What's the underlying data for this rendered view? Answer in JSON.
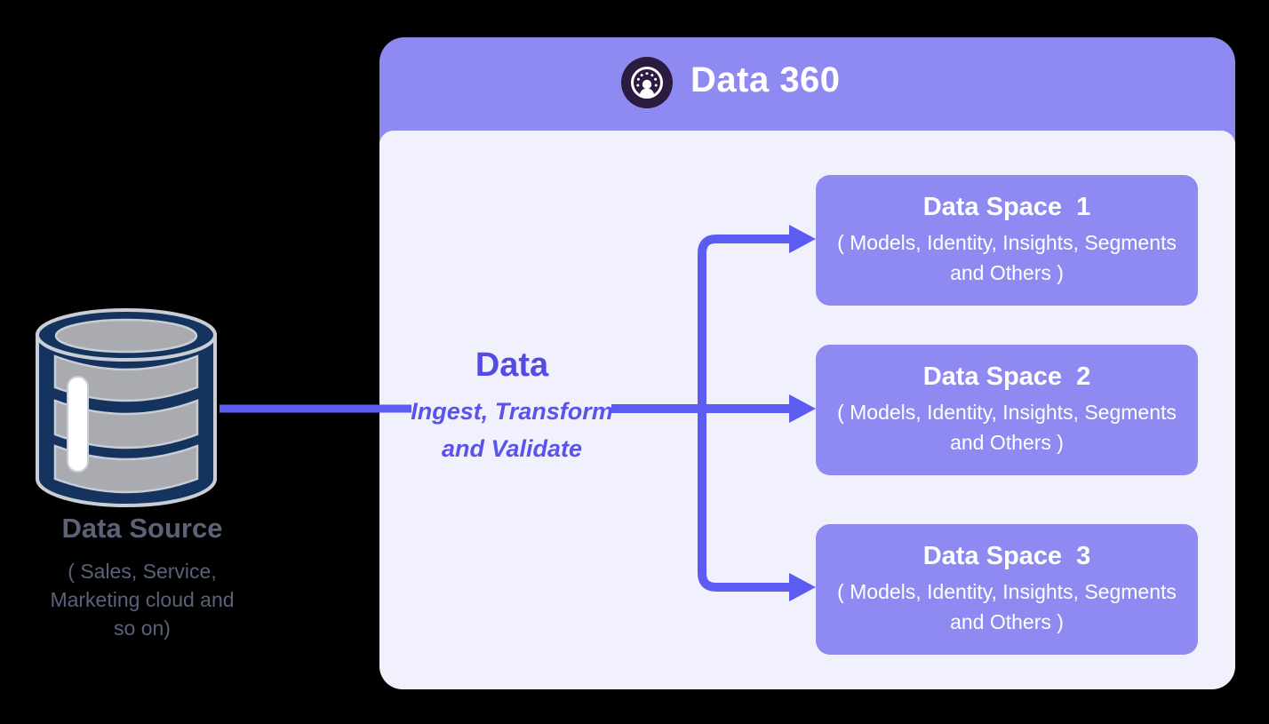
{
  "colors": {
    "background": "#000000",
    "container_purple": "#8e8af2",
    "container_body": "#f0f1fc",
    "arrow_accent": "#5d5cf2",
    "flow_text_purple": "#544ae4",
    "database_navy": "#14335f",
    "database_gray": "#a9abb0",
    "source_text_gray": "#5c6378",
    "header_icon_bg": "#2b1b41"
  },
  "source": {
    "icon": "database-icon",
    "title": "Data Source",
    "lines": [
      "( Sales, Service,",
      "Marketing cloud and",
      "so on)"
    ]
  },
  "flow": {
    "heading": "Data",
    "line1": "Ingest, Transform",
    "line2": "and Validate"
  },
  "container": {
    "icon": "customer-360-icon",
    "title": "Data 360",
    "spaces": [
      {
        "title": "Data Space  1",
        "detail": "( Models, Identity, Insights, Segments and Others )"
      },
      {
        "title": "Data Space  2",
        "detail": "( Models, Identity, Insights, Segments and Others )"
      },
      {
        "title": "Data Space  3",
        "detail": "( Models, Identity, Insights, Segments and Others )"
      }
    ]
  }
}
